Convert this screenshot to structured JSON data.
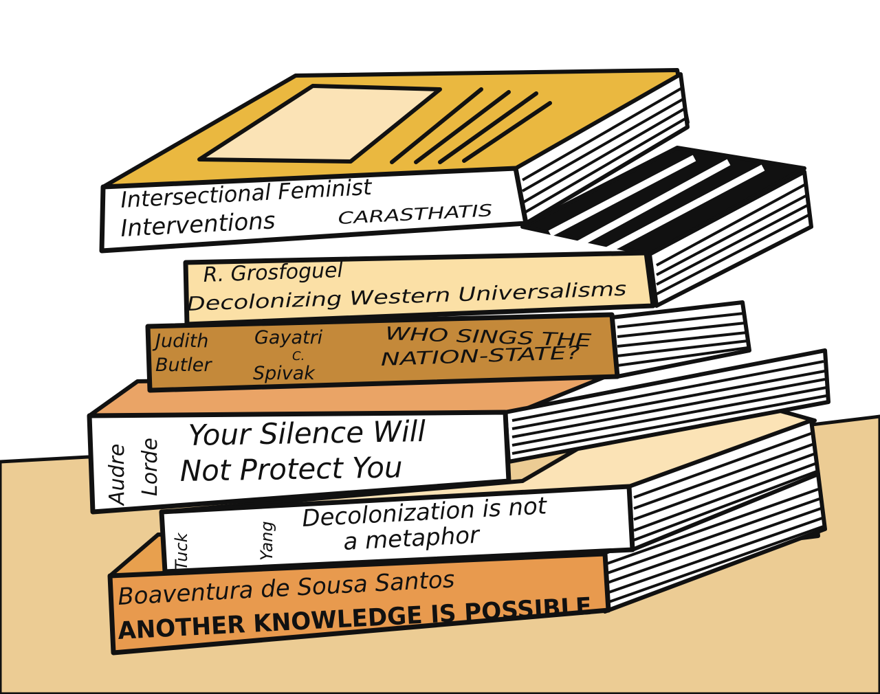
{
  "colors": {
    "table": "#eccc94",
    "outline": "#111111",
    "book1_cover": "#eab840",
    "book1_label": "#fbe3b6",
    "book1_spine": "#ffffff",
    "book2_cover": "#111111",
    "book2_spine": "#fbe0a6",
    "book3_spine": "#c4893a",
    "book4_cover": "#eaa466",
    "book4_spine": "#ffffff",
    "book5_cover": "#fbe3b6",
    "book5_spine": "#ffffff",
    "book6_cover": "#e8a04e",
    "book6_spine": "#e89a4e",
    "pages": "#ffffff"
  },
  "books": [
    {
      "title_line1": "Intersectional Feminist",
      "title_line2": "Interventions",
      "author": "CARASTHATIS"
    },
    {
      "author": "R. Grosfoguel",
      "title": "Decolonizing Western Universalisms"
    },
    {
      "author1_line1": "Judith",
      "author1_line2": "Butler",
      "author2_line1": "Gayatri",
      "author2_line2": "C.",
      "author2_line3": "Spivak",
      "title_line1": "WHO SINGS THE",
      "title_line2": "NATION-STATE?"
    },
    {
      "author_line1": "Audre",
      "author_line2": "Lorde",
      "title_line1": "Your Silence Will",
      "title_line2": "Not Protect You"
    },
    {
      "author1": "Tuck",
      "author2": "Yang",
      "title_line1": "Decolonization is not",
      "title_line2": "a metaphor"
    },
    {
      "author": "Boaventura de Sousa Santos",
      "title": "ANOTHER KNOWLEDGE IS POSSIBLE"
    }
  ]
}
